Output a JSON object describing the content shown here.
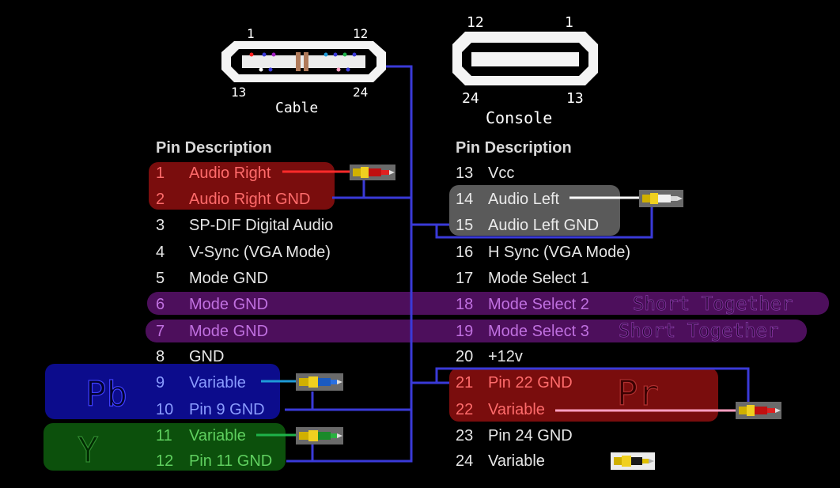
{
  "cable": {
    "label": "Cable",
    "pin_top_left": "1",
    "pin_top_right": "12",
    "pin_bottom_left": "13",
    "pin_bottom_right": "24"
  },
  "console": {
    "label": "Console",
    "pin_top_left": "12",
    "pin_top_right": "1",
    "pin_bottom_left": "24",
    "pin_bottom_right": "13"
  },
  "left_table": {
    "header": "Pin Description",
    "rows": [
      {
        "pin": "1",
        "desc": "Audio Right"
      },
      {
        "pin": "2",
        "desc": "Audio Right GND"
      },
      {
        "pin": "3",
        "desc": "SP-DIF Digital Audio"
      },
      {
        "pin": "4",
        "desc": "V-Sync (VGA Mode)"
      },
      {
        "pin": "5",
        "desc": "Mode GND"
      },
      {
        "pin": "6",
        "desc": "Mode GND"
      },
      {
        "pin": "7",
        "desc": "Mode GND"
      },
      {
        "pin": "8",
        "desc": "GND"
      },
      {
        "pin": "9",
        "desc": "Variable"
      },
      {
        "pin": "10",
        "desc": "Pin 9 GND"
      },
      {
        "pin": "11",
        "desc": "Variable"
      },
      {
        "pin": "12",
        "desc": "Pin 11 GND"
      }
    ]
  },
  "right_table": {
    "header": "Pin Description",
    "rows": [
      {
        "pin": "13",
        "desc": "Vcc"
      },
      {
        "pin": "14",
        "desc": "Audio Left"
      },
      {
        "pin": "15",
        "desc": "Audio Left GND"
      },
      {
        "pin": "16",
        "desc": "H Sync (VGA Mode)"
      },
      {
        "pin": "17",
        "desc": "Mode Select 1"
      },
      {
        "pin": "18",
        "desc": "Mode Select 2"
      },
      {
        "pin": "19",
        "desc": "Mode Select 3"
      },
      {
        "pin": "20",
        "desc": "+12v"
      },
      {
        "pin": "21",
        "desc": "Pin 22 GND"
      },
      {
        "pin": "22",
        "desc": "Variable"
      },
      {
        "pin": "23",
        "desc": "Pin 24 GND"
      },
      {
        "pin": "24",
        "desc": "Variable"
      }
    ]
  },
  "annotations": {
    "short_together_1": "Short Together",
    "short_together_2": "Short Together",
    "pb": "Pb",
    "y": "Y",
    "pr": "Pr"
  },
  "colors": {
    "wire": "#3a3ad8",
    "red_highlight": "#7a0d0d",
    "gray_highlight": "#5a5a5a",
    "purple_highlight": "#4d0f5c",
    "blue_highlight": "#0c0c8c",
    "green_highlight": "#0c500c",
    "audio_right": "#ff2a2a",
    "audio_left": "#ffffff",
    "pb_wire": "#1e9bd8",
    "y_wire": "#1fb34a",
    "pr_wire": "#ff9ec0"
  }
}
